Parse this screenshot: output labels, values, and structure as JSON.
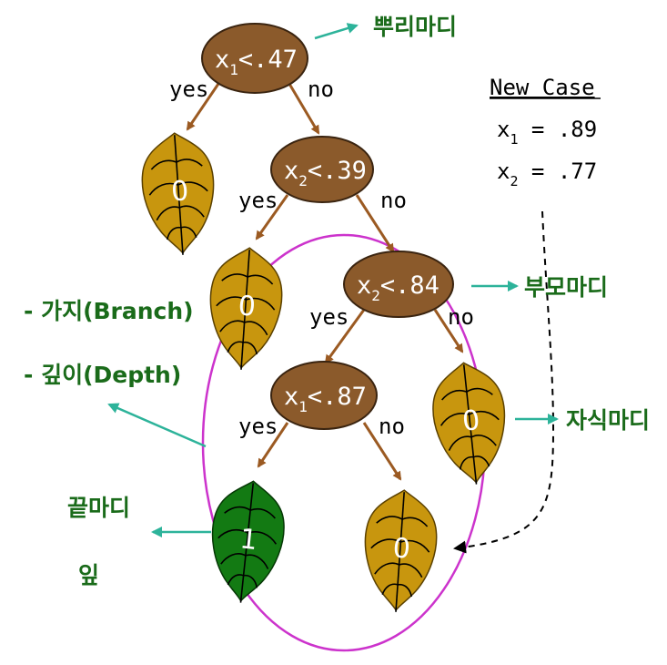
{
  "nodes": {
    "root": {
      "var": "x",
      "sub": "1",
      "cond": "<.47"
    },
    "n2": {
      "var": "x",
      "sub": "2",
      "cond": "<.39"
    },
    "n3": {
      "var": "x",
      "sub": "2",
      "cond": "<.84"
    },
    "n4": {
      "var": "x",
      "sub": "1",
      "cond": "<.87"
    }
  },
  "edges": {
    "yes": "yes",
    "no": "no"
  },
  "leaves": {
    "leaf1": "0",
    "leaf2": "0",
    "leaf3": "0",
    "leaf4": "1",
    "leaf5": "0"
  },
  "new_case": {
    "title": "New Case",
    "x1_var": "x",
    "x1_sub": "1",
    "x1_value": " = .89",
    "x2_var": "x",
    "x2_sub": "2",
    "x2_value": " = .77"
  },
  "annotations": {
    "root_node": "뿌리마디",
    "parent_node": "부모마디",
    "child_node": "자식마디",
    "branch": "- 가지(Branch)",
    "depth": "- 깊이(Depth)",
    "terminal_node": "끝마디",
    "leaf": "잎"
  },
  "colors": {
    "node_brown": "#8b5a2b",
    "edge_brown": "#9b5a22",
    "leaf_gold": "#c8960e",
    "leaf_green": "#137a13",
    "label_green": "#1a6b1a",
    "arrow_teal": "#2db39a",
    "circle_magenta": "#cc33cc"
  }
}
